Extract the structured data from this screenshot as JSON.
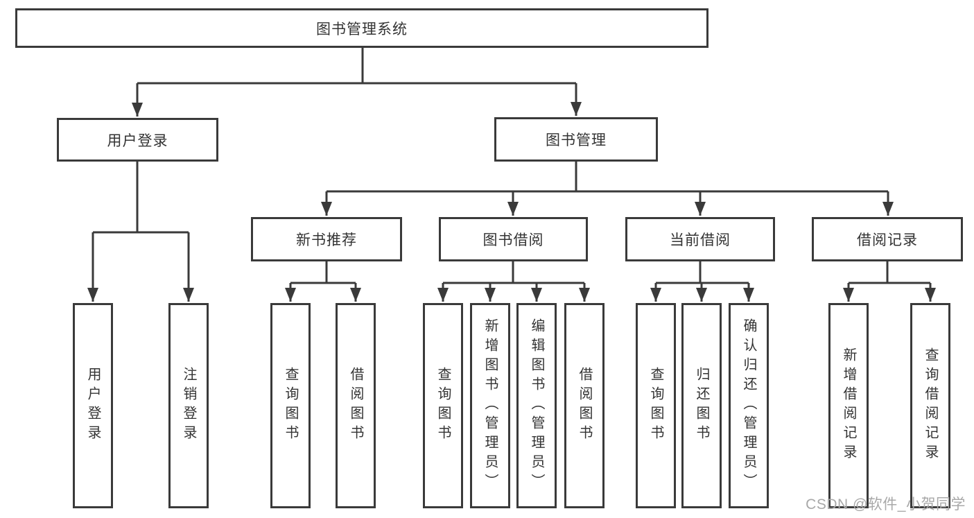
{
  "diagram": {
    "type": "hierarchy-tree",
    "root": {
      "label": "图书管理系统"
    },
    "branches": [
      {
        "label": "用户登录",
        "children": [
          {
            "label": "用户登录"
          },
          {
            "label": "注销登录"
          }
        ]
      },
      {
        "label": "图书管理",
        "children": [
          {
            "label": "新书推荐",
            "children": [
              {
                "label": "查询图书"
              },
              {
                "label": "借阅图书"
              }
            ]
          },
          {
            "label": "图书借阅",
            "children": [
              {
                "label": "查询图书"
              },
              {
                "label": "新增图书（管理员）"
              },
              {
                "label": "编辑图书（管理员）"
              },
              {
                "label": "借阅图书"
              }
            ]
          },
          {
            "label": "当前借阅",
            "children": [
              {
                "label": "查询图书"
              },
              {
                "label": "归还图书"
              },
              {
                "label": "确认归还（管理员）"
              }
            ]
          },
          {
            "label": "借阅记录",
            "children": [
              {
                "label": "新增借阅记录"
              },
              {
                "label": "查询借阅记录"
              }
            ]
          }
        ]
      }
    ]
  },
  "watermark": {
    "text": "CSDN @软件_小贺同学"
  },
  "colors": {
    "line": "#3a3a3a",
    "box_border": "#3a3a3a",
    "text": "#333333",
    "watermark": "#a8a8a8",
    "background": "#ffffff"
  }
}
